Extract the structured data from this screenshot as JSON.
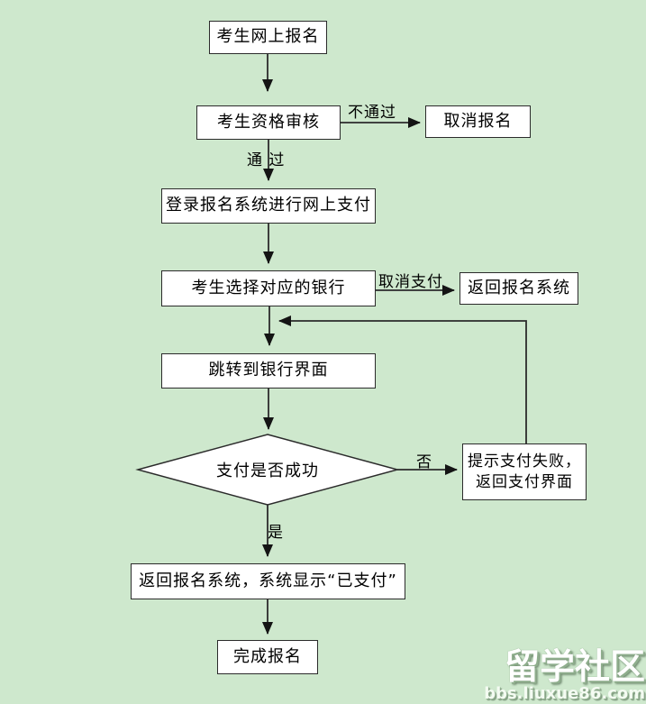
{
  "page": {
    "background_color": "#cee8cd",
    "box_fill_color": "#ffffff",
    "line_color": "#2b2b2b"
  },
  "flowchart": {
    "nodes": {
      "register": {
        "label": "考生网上报名"
      },
      "review": {
        "label": "考生资格审核"
      },
      "cancel": {
        "label": "取消报名"
      },
      "login_pay": {
        "label": "登录报名系统进行网上支付"
      },
      "select_bank": {
        "label": "考生选择对应的银行"
      },
      "return_sys": {
        "label": "返回报名系统"
      },
      "bank_page": {
        "label": "跳转到银行界面"
      },
      "decision": {
        "label": "支付是否成功"
      },
      "pay_fail": {
        "label_line1": "提示支付失败，",
        "label_line2": "返回支付界面"
      },
      "paid": {
        "label": "返回报名系统，系统显示“已支付”"
      },
      "complete": {
        "label": "完成报名"
      }
    },
    "edge_labels": {
      "not_pass": "不通过",
      "pass": "通 过",
      "cancel_pay": "取消支付",
      "no": "否",
      "yes": "是"
    }
  },
  "watermark": {
    "title": "留学社区",
    "url": "bbs.liuxue86.com"
  }
}
